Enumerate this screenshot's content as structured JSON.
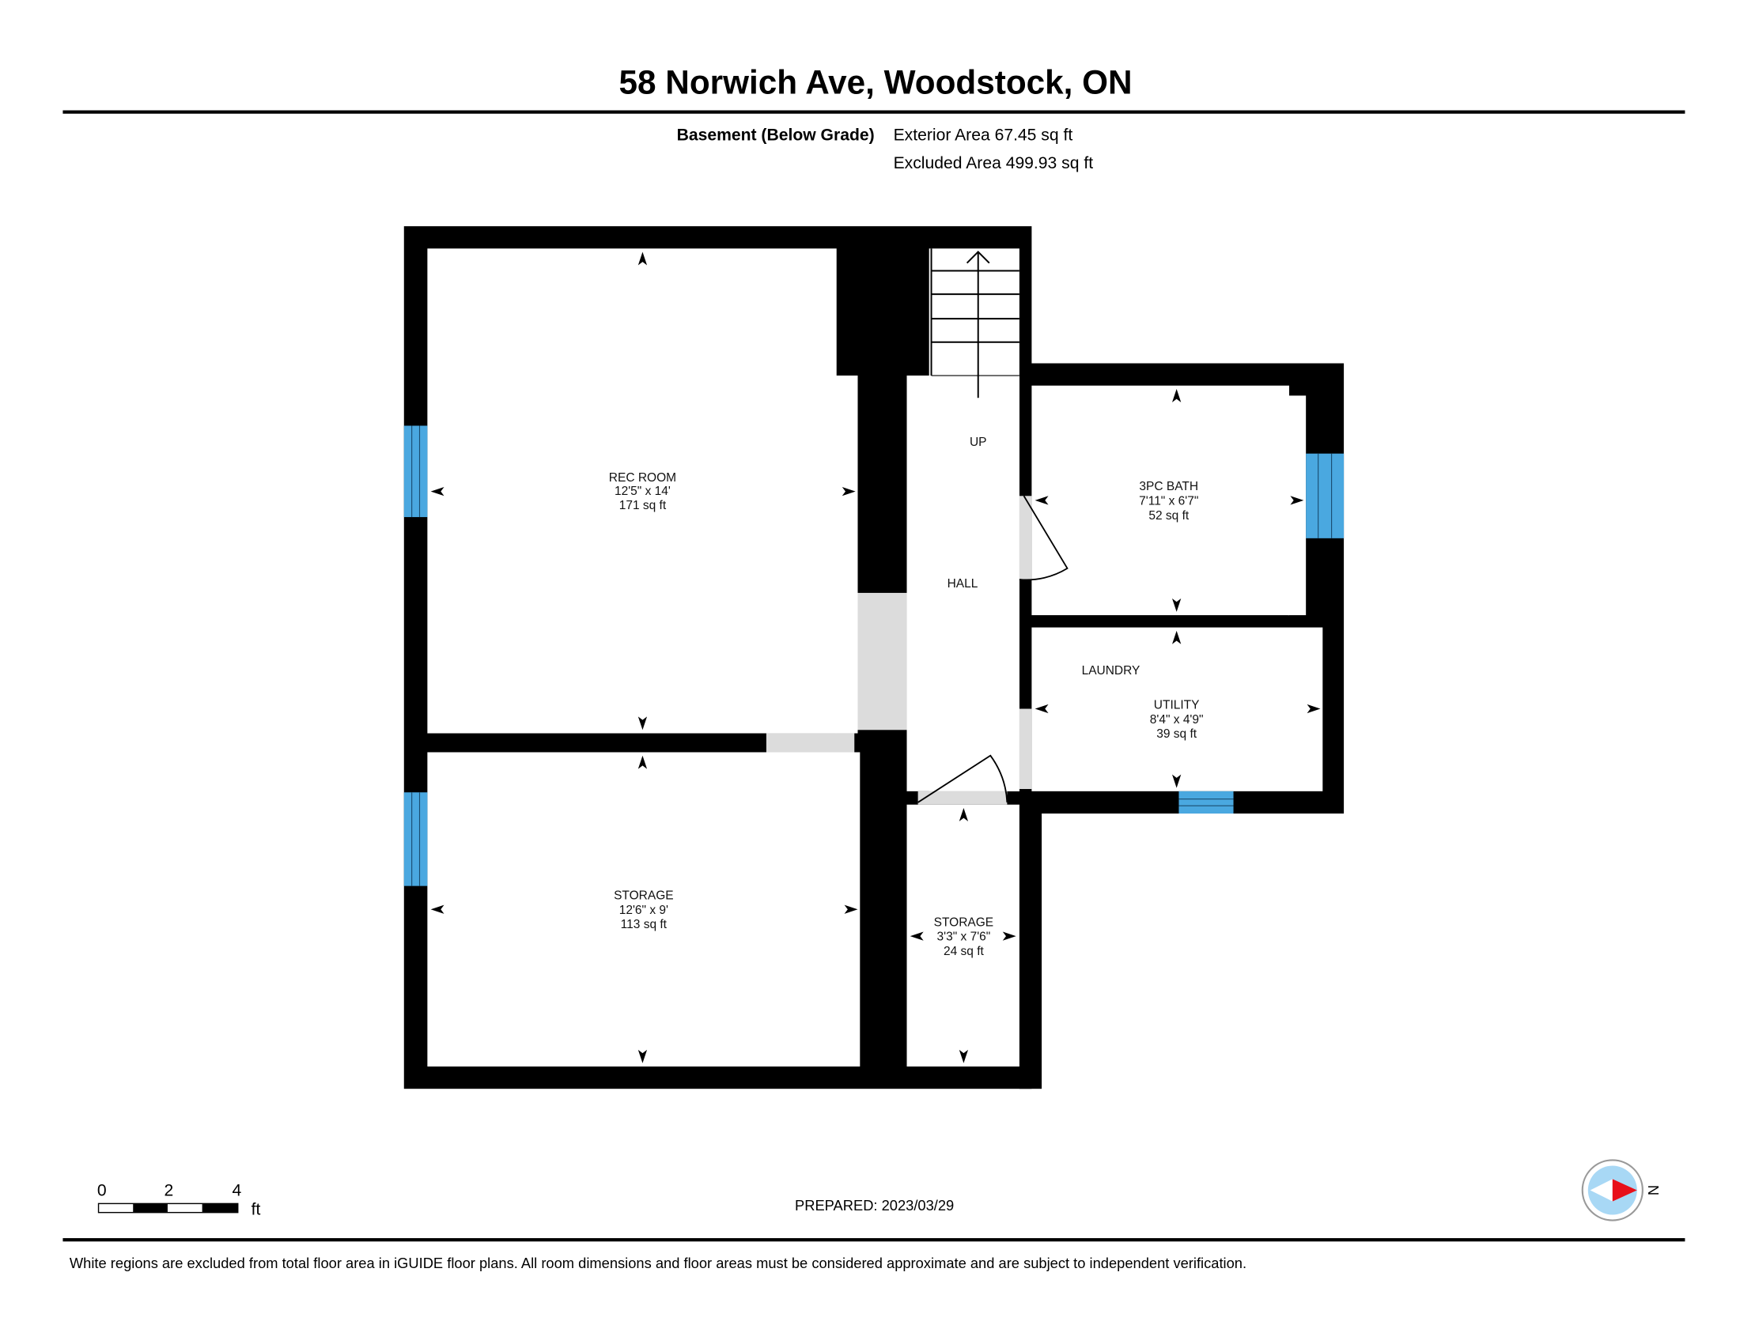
{
  "header": {
    "title": "58 Norwich Ave, Woodstock, ON",
    "floor_label": "Basement (Below Grade)",
    "exterior_area": "Exterior Area 67.45 sq ft",
    "excluded_area": "Excluded Area 499.93 sq ft"
  },
  "rooms": {
    "rec_room": {
      "name": "REC ROOM",
      "dims": "12'5\" x 14'",
      "area": "171 sq ft"
    },
    "hall": {
      "name": "HALL"
    },
    "stairs": {
      "label": "UP"
    },
    "bath": {
      "name": "3PC BATH",
      "dims": "7'11\" x 6'7\"",
      "area": "52 sq ft"
    },
    "laundry": {
      "name": "LAUNDRY"
    },
    "utility": {
      "name": "UTILITY",
      "dims": "8'4\" x 4'9\"",
      "area": "39 sq ft"
    },
    "storage_large": {
      "name": "STORAGE",
      "dims": "12'6\" x 9'",
      "area": "113 sq ft"
    },
    "storage_small": {
      "name": "STORAGE",
      "dims": "3'3\" x 7'6\"",
      "area": "24 sq ft"
    }
  },
  "scale_bar": {
    "ticks": [
      "0",
      "2",
      "4"
    ],
    "unit": "ft"
  },
  "prepared": "PREPARED: 2023/03/29",
  "compass": {
    "label": "N"
  },
  "footer": {
    "disclaimer": "White regions are excluded from total floor area in iGUIDE floor plans. All room dimensions and floor areas must be considered approximate and are subject to independent verification."
  },
  "colors": {
    "wall": "#000000",
    "window": "#4aa8e0",
    "opening": "#dcdcdc",
    "compass_needle": "#e8101a",
    "compass_fill": "#a8d8f5"
  }
}
